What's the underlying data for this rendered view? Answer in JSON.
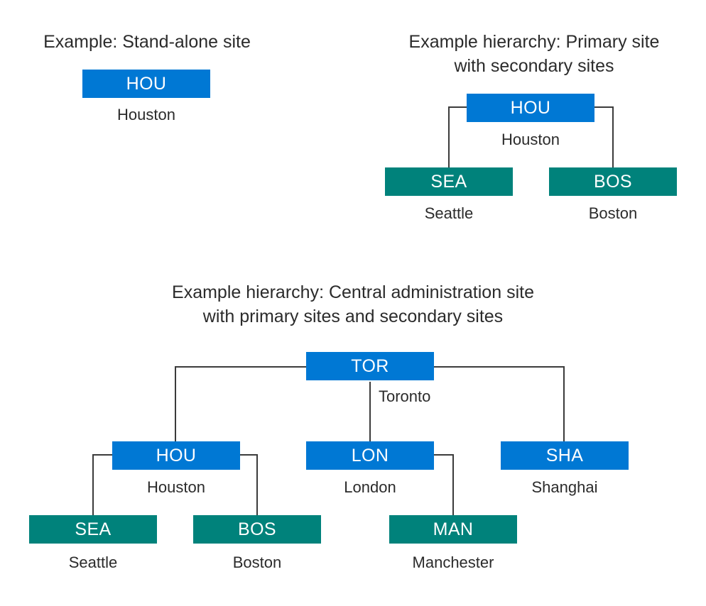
{
  "diagram": {
    "title_color": "#2b2b2b",
    "primary_color": "#0078d4",
    "secondary_color": "#00827b",
    "connector_color": "#3b3b3b",
    "background_color": "#ffffff"
  },
  "sections": {
    "standalone": {
      "title": "Example: Stand-alone site",
      "nodes": {
        "hou": {
          "code": "HOU",
          "city": "Houston",
          "type": "primary"
        }
      }
    },
    "primary_with_secondary": {
      "title": "Example hierarchy: Primary site\nwith secondary sites",
      "nodes": {
        "hou": {
          "code": "HOU",
          "city": "Houston",
          "type": "primary"
        },
        "sea": {
          "code": "SEA",
          "city": "Seattle",
          "type": "secondary"
        },
        "bos": {
          "code": "BOS",
          "city": "Boston",
          "type": "secondary"
        }
      }
    },
    "central_administration": {
      "title": "Example hierarchy: Central administration site\nwith primary sites and secondary sites",
      "nodes": {
        "tor": {
          "code": "TOR",
          "city": "Toronto",
          "type": "primary"
        },
        "hou": {
          "code": "HOU",
          "city": "Houston",
          "type": "primary"
        },
        "lon": {
          "code": "LON",
          "city": "London",
          "type": "primary"
        },
        "sha": {
          "code": "SHA",
          "city": "Shanghai",
          "type": "primary"
        },
        "sea": {
          "code": "SEA",
          "city": "Seattle",
          "type": "secondary"
        },
        "bos": {
          "code": "BOS",
          "city": "Boston",
          "type": "secondary"
        },
        "man": {
          "code": "MAN",
          "city": "Manchester",
          "type": "secondary"
        }
      }
    }
  }
}
